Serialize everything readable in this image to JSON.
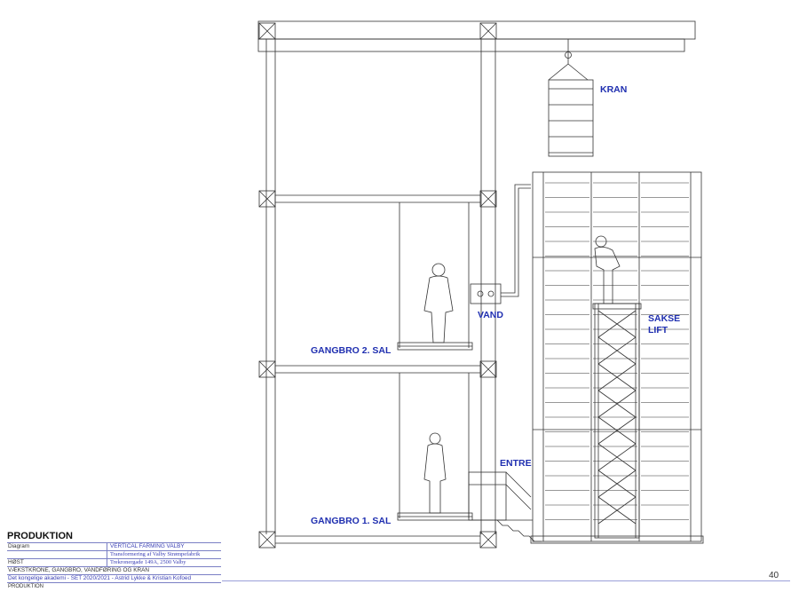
{
  "labels": {
    "kran": "KRAN",
    "vand": "VAND",
    "sakse_lift": [
      "SAKSE",
      "LIFT"
    ],
    "gangbro_2": "GANGBRO 2. SAL",
    "gangbro_1": "GANGBRO 1. SAL",
    "entre": "ENTRE"
  },
  "title_block": {
    "heading": "PRODUKTION",
    "rows": [
      {
        "left": "Diagram",
        "right": "VERTICAL FARMING VALBY"
      },
      {
        "left": "",
        "right": "Transformering af Valby Strømpefabrik"
      },
      {
        "left": "HØST",
        "right": "Trekronergade 149A, 2500 Valby"
      }
    ],
    "subtitle": "VÆKSTKRONE, GANGBRO, VANDFØRING OG KRAN",
    "school": "Det kongelige akademi - SET 2020/2021 - Astrid Lykke & Kristian Kofoed",
    "footer": "PRODUKTION"
  },
  "page_number": "40",
  "colors": {
    "label_blue": "#1f2fb0",
    "line": "#333333"
  }
}
